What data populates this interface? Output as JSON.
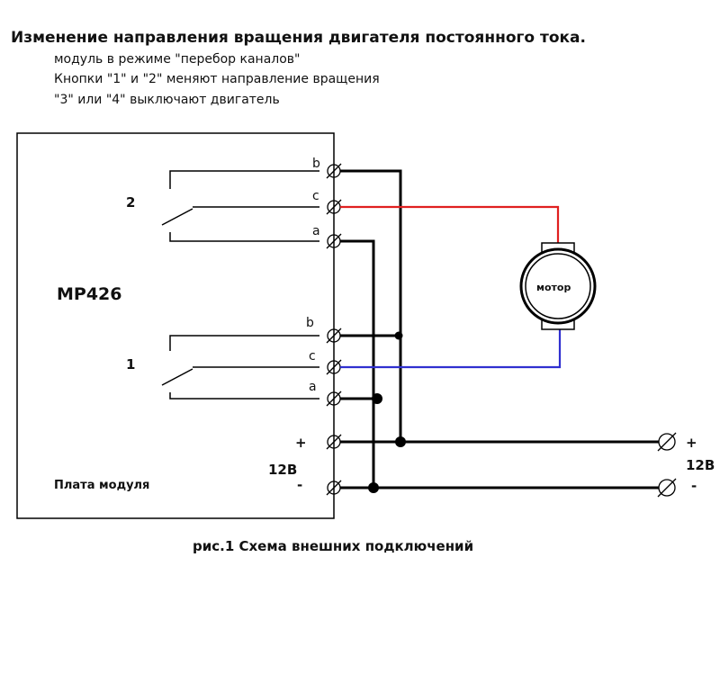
{
  "header": {
    "title": "Изменение направления вращения двигателя постоянного тока.",
    "lines": [
      "модуль в режиме \"перебор каналов\"",
      "Кнопки \"1\" и \"2\" меняют направление вращения",
      "\"3\" или \"4\" выключают двигатель"
    ]
  },
  "board": {
    "name": "MP426",
    "caption": "Плата модуля",
    "button_2": "2",
    "button_1": "1",
    "relay2": {
      "b": "b",
      "c": "c",
      "a": "a"
    },
    "relay1": {
      "b": "b",
      "c": "c",
      "a": "a"
    },
    "power_plus": "+",
    "power_minus": "-",
    "voltage": "12В"
  },
  "motor": {
    "label": "мотор"
  },
  "supply": {
    "plus": "+",
    "minus": "-",
    "voltage": "12В"
  },
  "figure_caption": "рис.1 Схема внешних подключений",
  "colors": {
    "wire": "#000000",
    "positive_motor_wire": "#e02020",
    "negative_motor_wire": "#3030d0"
  }
}
